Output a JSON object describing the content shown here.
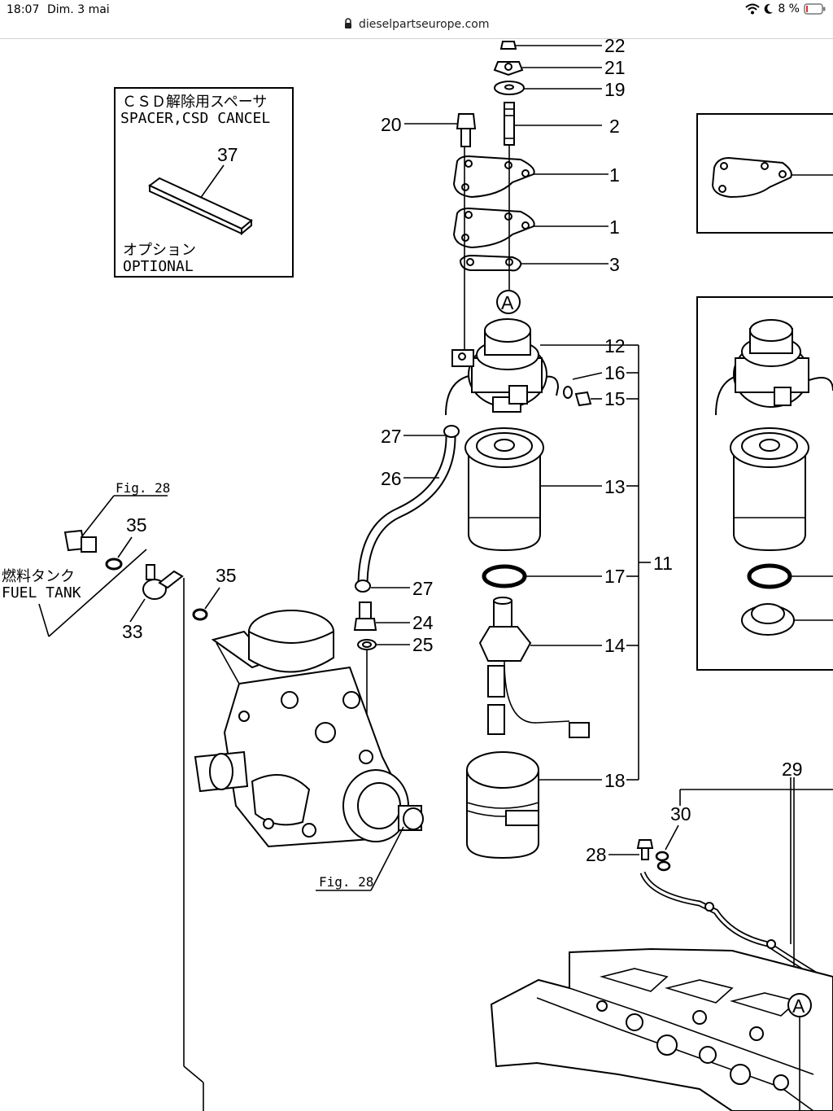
{
  "status_bar": {
    "time": "18:07",
    "date": "Dim. 3 mai",
    "battery_percent": "8 %",
    "icons": [
      "wifi-icon",
      "moon-icon",
      "battery-icon"
    ]
  },
  "browser": {
    "url": "dieselpartseurope.com",
    "icons": [
      "lock-icon"
    ]
  },
  "inset_box": {
    "title_jp": "ＣＳＤ解除用スペーサ",
    "title_en": "SPACER,CSD CANCEL",
    "part_number": "37",
    "option_jp": "オプション",
    "option_en": "OPTIONAL"
  },
  "labels": {
    "fuel_tank_jp": "燃料タンク",
    "fuel_tank_en": "FUEL TANK",
    "fig_ref_top": "Fig. 28",
    "fig_ref_bottom": "Fig. 28",
    "circle_ref_top": "A",
    "circle_ref_bottom": "A"
  },
  "part_numbers": {
    "p22": "22",
    "p21": "21",
    "p19": "19",
    "p20": "20",
    "p2": "2",
    "p1a": "1",
    "p1b": "1",
    "p3": "3",
    "p12": "12",
    "p16": "16",
    "p15": "15",
    "p27a": "27",
    "p26": "26",
    "p13": "13",
    "p35a": "35",
    "p35b": "35",
    "p33": "33",
    "p17": "17",
    "p11": "11",
    "p27b": "27",
    "p24": "24",
    "p25": "25",
    "p14": "14",
    "p18": "18",
    "p29": "29",
    "p30": "30",
    "p28": "28"
  }
}
